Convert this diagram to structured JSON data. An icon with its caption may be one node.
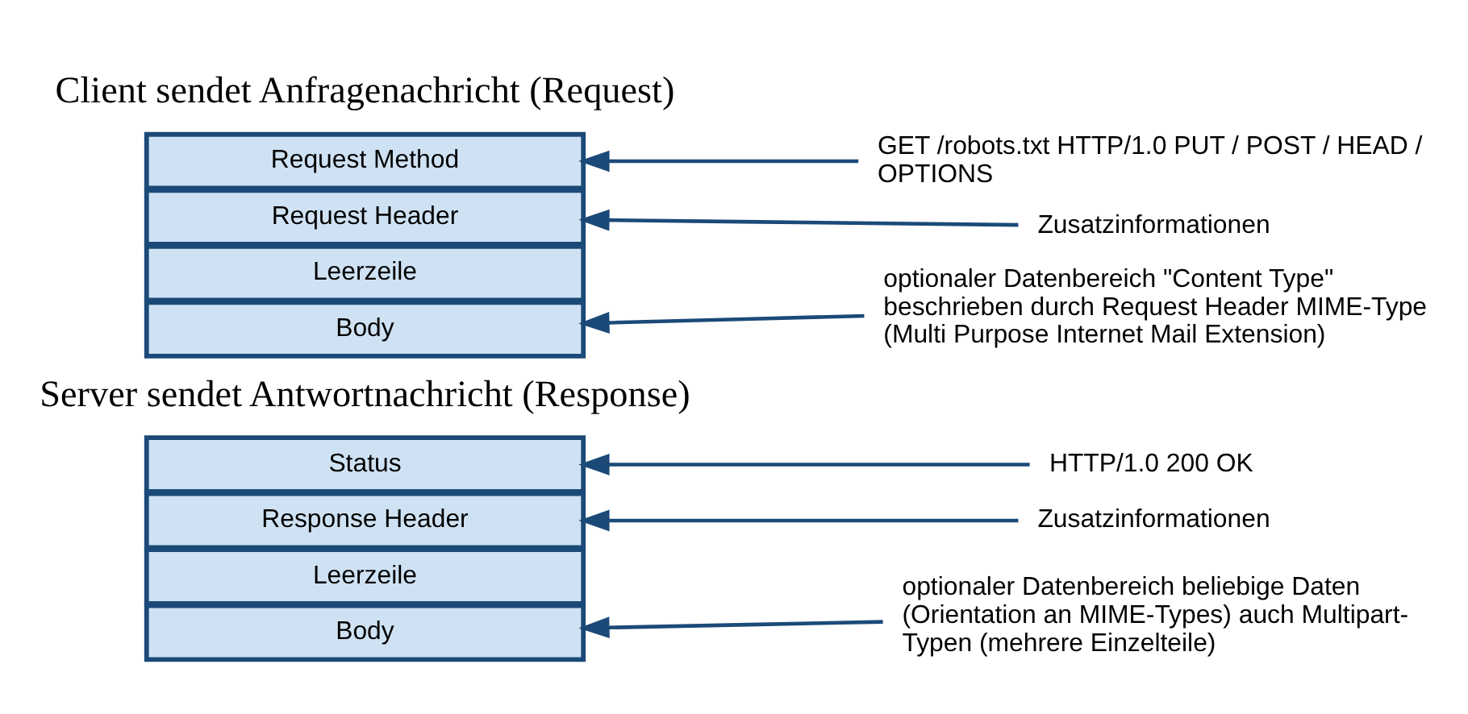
{
  "diagram": {
    "nodes": [
      {
        "text": [
          "Request Method"
        ]
      },
      {
        "text": [
          "Request Header"
        ]
      },
      {
        "text": [
          "Leerzeile"
        ]
      },
      {
        "text": [
          "Body"
        ]
      },
      {
        "text": [
          "GET /robots.txt HTTP/1.0 PUT / POST / HEAD / OPTIONS"
        ]
      },
      {
        "text": [
          "Zusatzinformationen"
        ]
      },
      {
        "text": [
          "optionaler Datenbereich \"Content Type\" beschrieben durch Request Header MIME-Type (Multi Purpose Internet Mail Extension)"
        ]
      },
      {
        "text": [
          "Status"
        ]
      },
      {
        "text": [
          "Response Header"
        ]
      },
      {
        "text": [
          "Leerzeile"
        ]
      },
      {
        "text": [
          "Body"
        ]
      },
      {
        "text": [
          "HTTP/1.0 200 OK"
        ]
      },
      {
        "text": [
          "Zusatzinformationen"
        ]
      },
      {
        "text": [
          "optionaler Datenbereich beliebige Daten (Orientation an MIME-Types) auch Multipart-Typen (mehrere Einzelteile)"
        ]
      }
    ],
    "edges": [
      {
        "from": 4,
        "to": 0,
        "arrow": "to"
      },
      {
        "from": 5,
        "to": 1,
        "arrow": "to"
      },
      {
        "from": 6,
        "to": 3,
        "arrow": "to"
      },
      {
        "from": 11,
        "to": 7,
        "arrow": "to"
      },
      {
        "from": 12,
        "to": 8,
        "arrow": "to"
      },
      {
        "from": 13,
        "to": 10,
        "arrow": "to"
      }
    ],
    "labels": [
      "Client sendet Anfragenachricht (Request)",
      "Server sendet Antwortnachricht (Response)"
    ]
  }
}
